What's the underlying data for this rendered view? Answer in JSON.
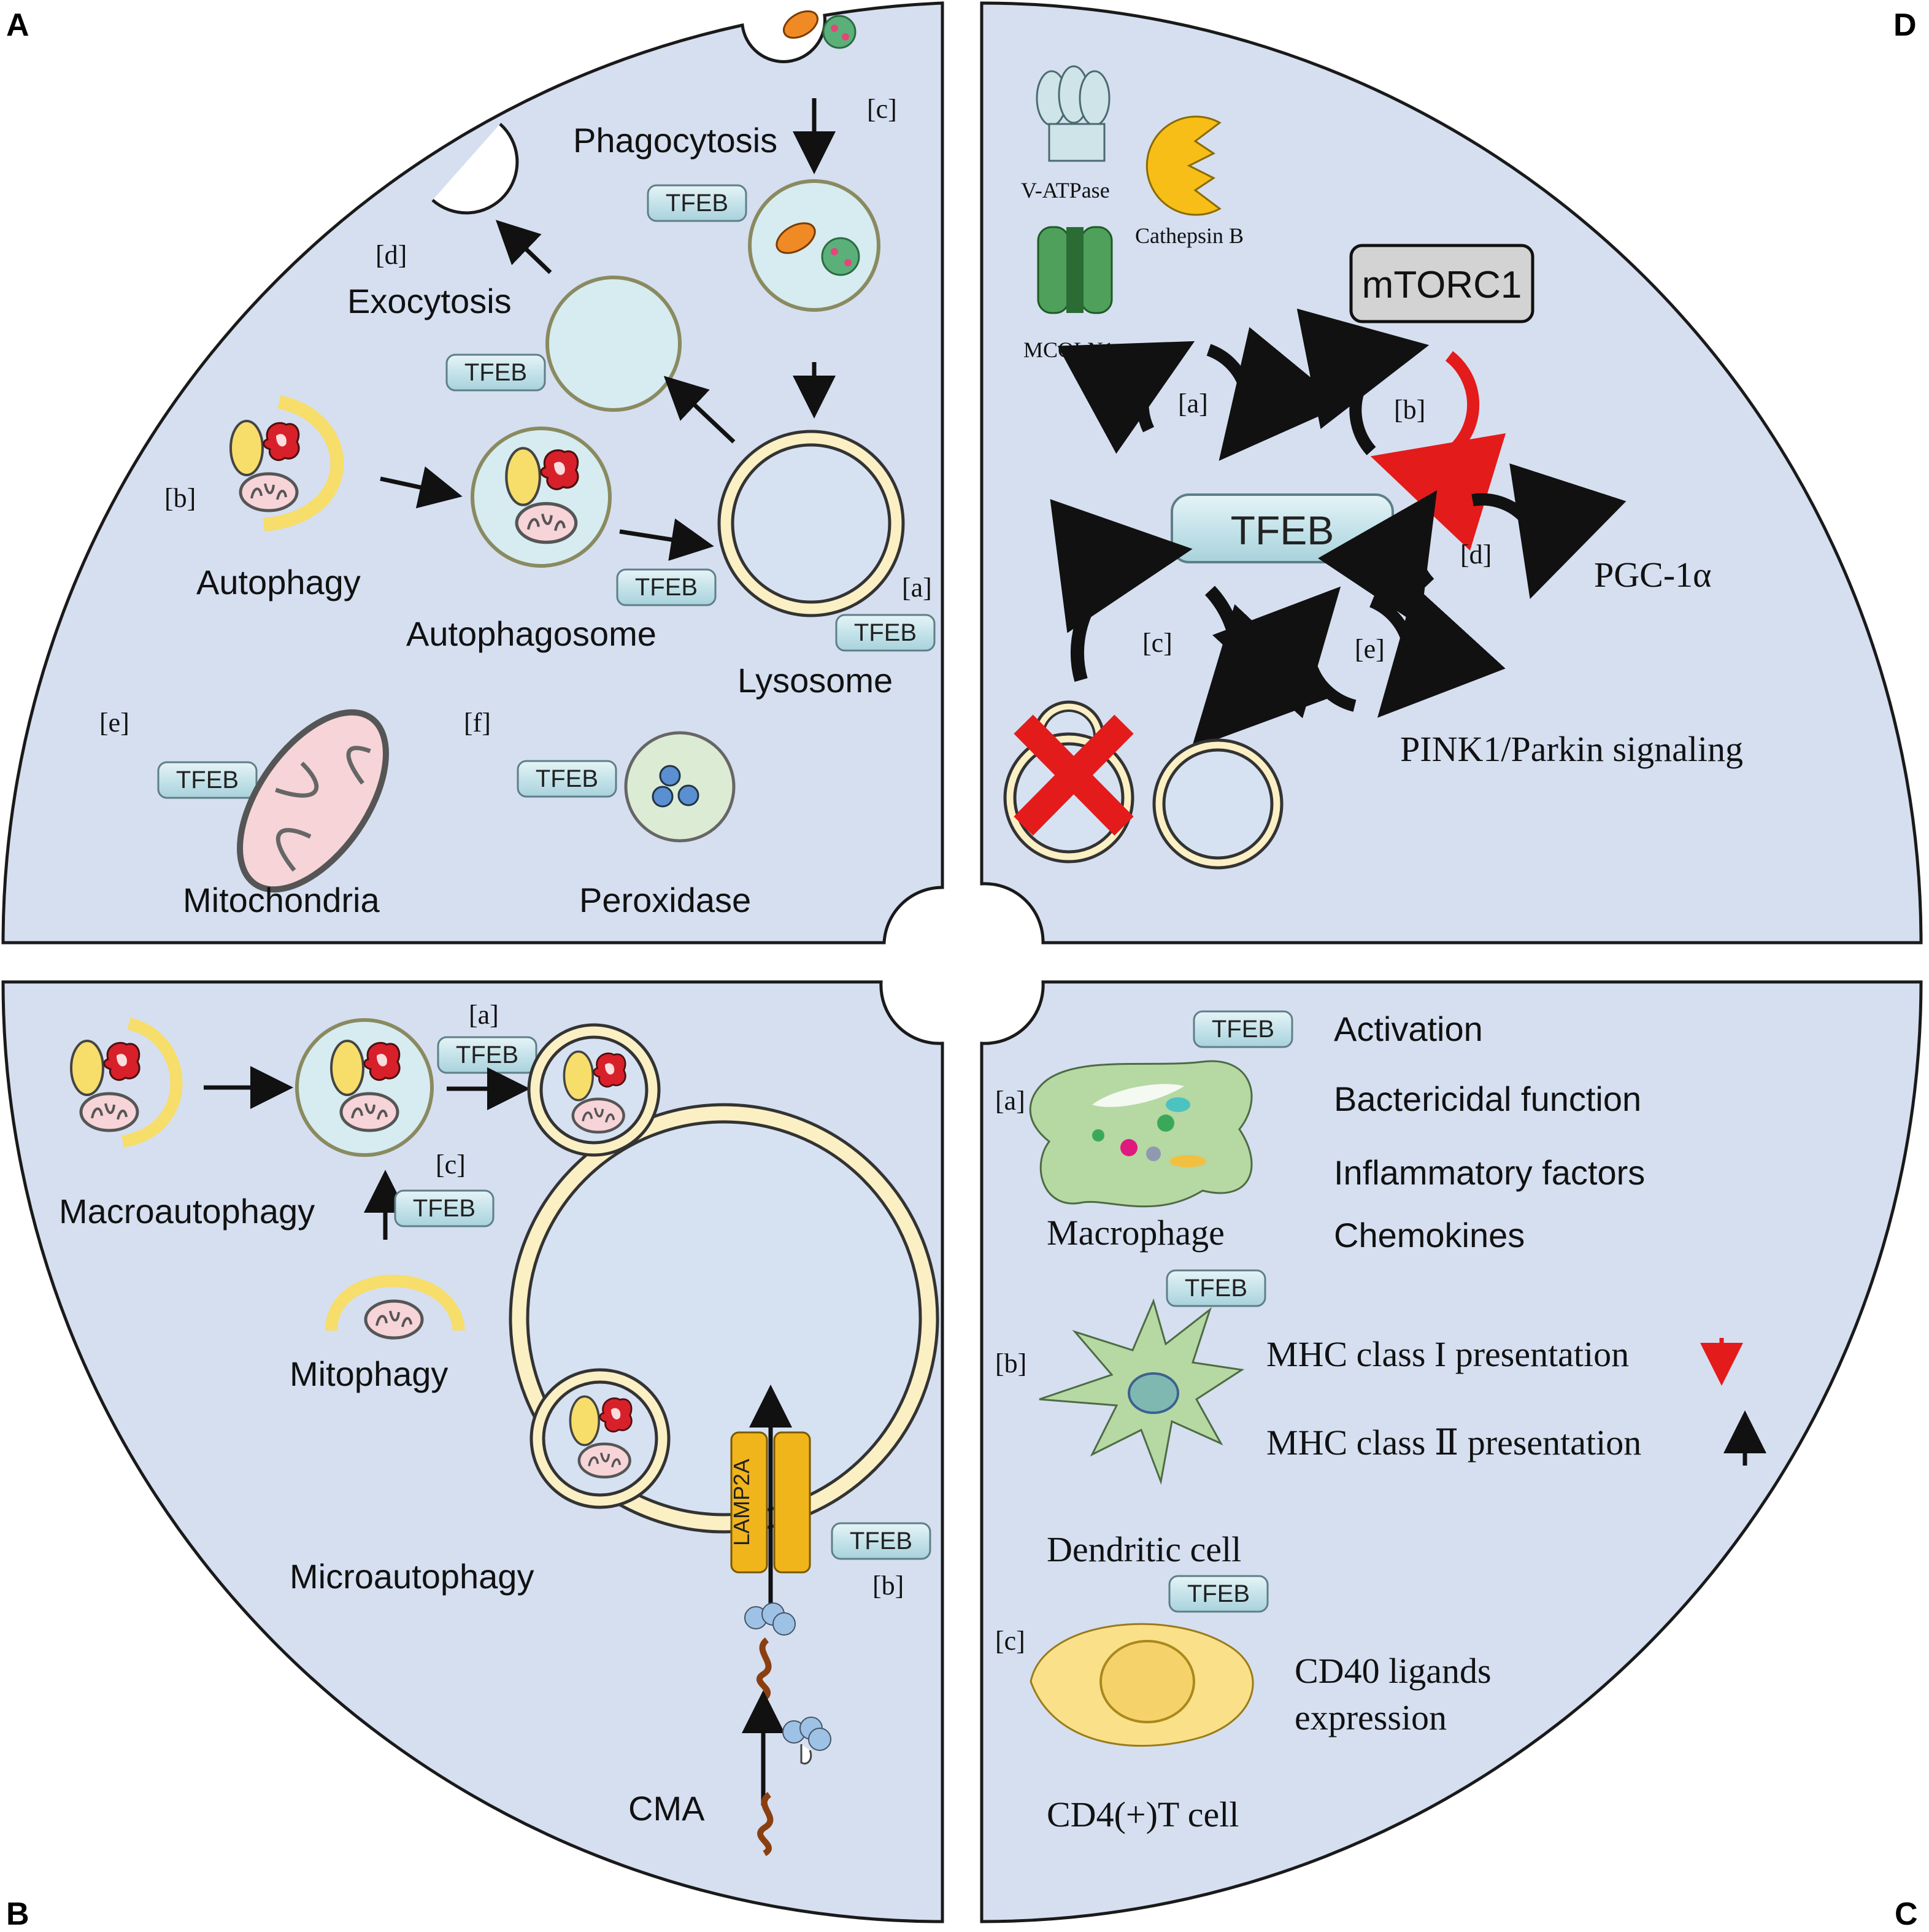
{
  "panels": {
    "A": {
      "letter": "A",
      "phagocytosis": "Phagocytosis",
      "exocytosis": "Exocytosis",
      "autophagy": "Autophagy",
      "autophagosome": "Autophagosome",
      "lysosome": "Lysosome",
      "mitochondria": "Mitochondria",
      "peroxidase": "Peroxidase",
      "tag_a": "[a]",
      "tag_b": "[b]",
      "tag_c": "[c]",
      "tag_d": "[d]",
      "tag_e": "[e]",
      "tag_f": "[f]"
    },
    "B": {
      "letter": "B",
      "macroautophagy": "Macroautophagy",
      "mitophagy": "Mitophagy",
      "microautophagy": "Microautophagy",
      "cma": "CMA",
      "lamp2a": "LAMP2A",
      "tag_a": "[a]",
      "tag_b": "[b]",
      "tag_c": "[c]"
    },
    "C": {
      "letter": "C",
      "activation": "Activation",
      "bactericidal": "Bactericidal function",
      "inflammatory": "Inflammatory factors",
      "chemokines": "Chemokines",
      "macrophage": "Macrophage",
      "mhc1": "MHC class I presentation",
      "mhc2": "MHC class Ⅱ presentation",
      "dendritic": "Dendritic cell",
      "cd40_1": "CD40 ligands",
      "cd40_2": "expression",
      "cd4": "CD4(+)T cell",
      "tag_a": "[a]",
      "tag_b": "[b]",
      "tag_c": "[c]"
    },
    "D": {
      "letter": "D",
      "vatpase": "V-ATPase",
      "cathepsin": "Cathepsin B",
      "mcoln1": "MCOLN1",
      "mtorc1": "mTORC1",
      "tfeb": "TFEB",
      "pgc": "PGC-1α",
      "pink": "PINK1/Parkin signaling",
      "tag_a": "[a]",
      "tag_b": "[b]",
      "tag_c": "[c]",
      "tag_d": "[d]",
      "tag_e": "[e]"
    }
  },
  "tfeb_label": "TFEB",
  "colors": {
    "panel_fill": "#d5dff0",
    "outline": "#1a1a1a",
    "lysosome_ring": "#fbefc4",
    "vesicle_fill": "#d6ecf0",
    "tfeb_fill": "#c9e6ec",
    "mito_fill": "#f6d4d8",
    "yellow_organelle": "#f7dd6a",
    "red_protein": "#d8202a",
    "arrow_red": "#e41b1b",
    "mtorc1_fill": "#d3d3d3",
    "cell_green": "#b6d8a3",
    "cd4_yellow": "#fbe08a",
    "lamp2a": "#f1b51c"
  },
  "icons": [
    "bacteria-icon",
    "virus-icon",
    "mitochondrion-icon",
    "protein-aggregate-icon",
    "v-atpase-icon",
    "cathepsin-b-icon",
    "mcoln1-channel-icon",
    "red-x-icon",
    "macrophage-icon",
    "dendritic-cell-icon",
    "t-cell-icon",
    "chaperone-icon",
    "substrate-protein-icon"
  ]
}
